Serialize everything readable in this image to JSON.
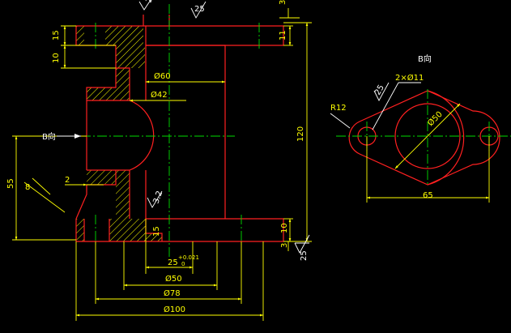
{
  "colors": {
    "background": "#000000",
    "outline": "#ff2020",
    "dimension": "#ffff00",
    "centerline": "#00dd00",
    "hatch": "#ffff00",
    "annotation": "#ffffff"
  },
  "main_view": {
    "dims": {
      "d15_top": "15",
      "d10_top": "10",
      "d3_top": "3",
      "d11": "11",
      "phi60": "Ø60",
      "phi42": "Ø42",
      "d120": "120",
      "d55": "55",
      "d8": "8",
      "d2": "2",
      "d15_bot": "15",
      "d10_bot": "10",
      "d3_bot": "3",
      "phi25": "25",
      "phi25_tol": "+0.021",
      "phi25_tol2": "0",
      "phi50": "Ø50",
      "phi78": "Ø78",
      "phi100": "Ø100"
    },
    "roughness": {
      "r_top_left": "25",
      "r_top_mid": "25",
      "r_mid": "3.2",
      "r_bot_right": "25"
    },
    "view_label": "B向"
  },
  "side_view": {
    "title": "B向",
    "dims": {
      "r12": "R12",
      "holes": "2×Ø11",
      "phi50": "Ø50",
      "d65": "65",
      "roughness": "25"
    }
  }
}
